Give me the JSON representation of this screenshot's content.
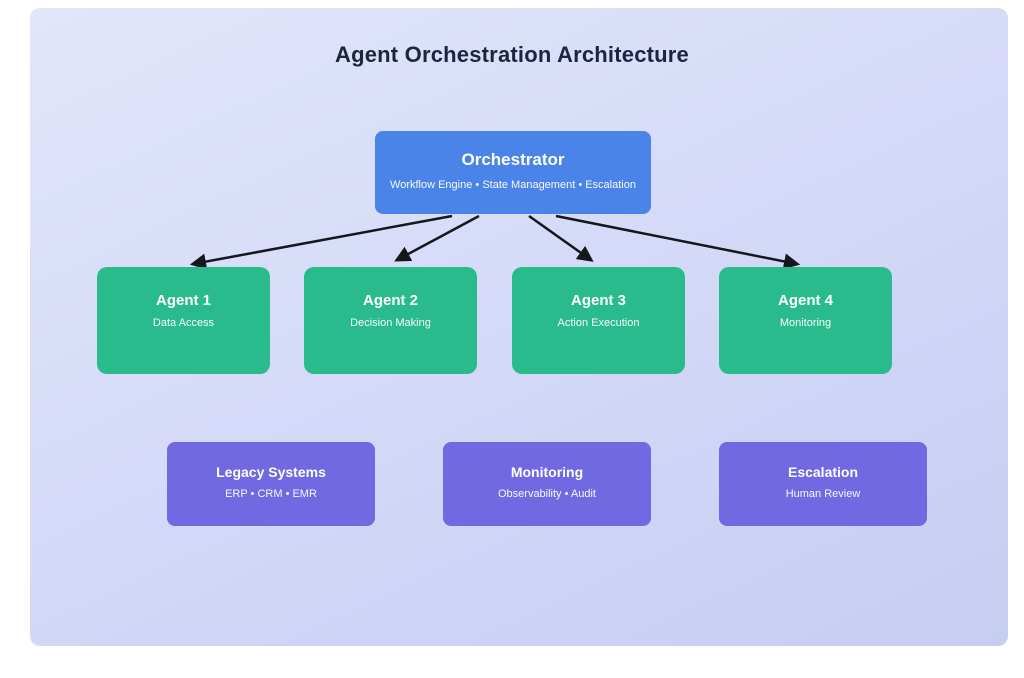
{
  "diagram": {
    "title": "Agent Orchestration Architecture",
    "orchestrator": {
      "title": "Orchestrator",
      "subtitle": "Workflow Engine • State Management • Escalation"
    },
    "agents": [
      {
        "title": "Agent 1",
        "subtitle": "Data Access"
      },
      {
        "title": "Agent 2",
        "subtitle": "Decision Making"
      },
      {
        "title": "Agent 3",
        "subtitle": "Action Execution"
      },
      {
        "title": "Agent 4",
        "subtitle": "Monitoring"
      }
    ],
    "support_systems": [
      {
        "title": "Legacy Systems",
        "subtitle": "ERP • CRM • EMR"
      },
      {
        "title": "Monitoring",
        "subtitle": "Observability • Audit"
      },
      {
        "title": "Escalation",
        "subtitle": "Human Review"
      }
    ],
    "connections": [
      {
        "from": "Orchestrator",
        "to": "Agent 1"
      },
      {
        "from": "Orchestrator",
        "to": "Agent 2"
      },
      {
        "from": "Orchestrator",
        "to": "Agent 3"
      },
      {
        "from": "Orchestrator",
        "to": "Agent 4"
      }
    ],
    "colors": {
      "orchestrator": "#4a84e8",
      "agent": "#2abb8d",
      "system": "#7069e1",
      "arrow": "#16161d",
      "background_start": "#e1e6fb",
      "background_end": "#c6cdf2",
      "title_text": "#1c2540"
    }
  }
}
